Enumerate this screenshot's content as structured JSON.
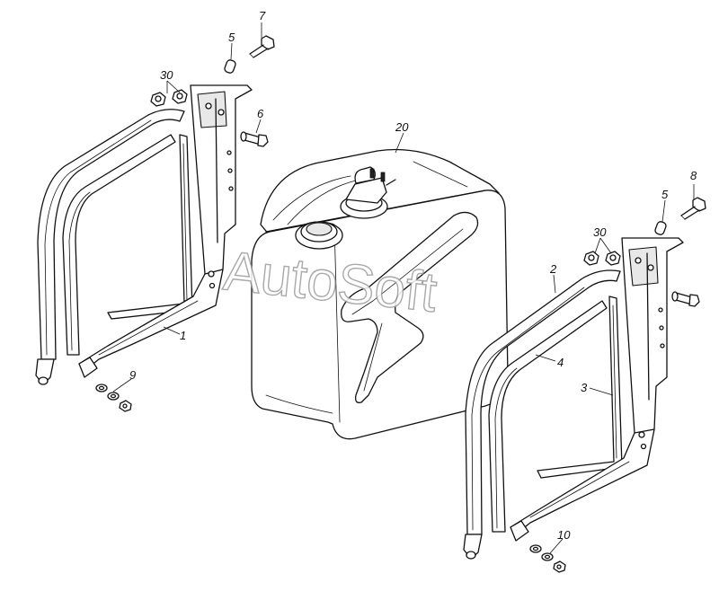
{
  "watermark": "AutoSoft",
  "callouts": {
    "c1": "1",
    "c2": "2",
    "c3": "3",
    "c4": "4",
    "c5a": "5",
    "c5b": "5",
    "c6": "6",
    "c7": "7",
    "c8": "8",
    "c9": "9",
    "c10": "10",
    "c20": "20",
    "c30a": "30",
    "c30b": "30"
  }
}
